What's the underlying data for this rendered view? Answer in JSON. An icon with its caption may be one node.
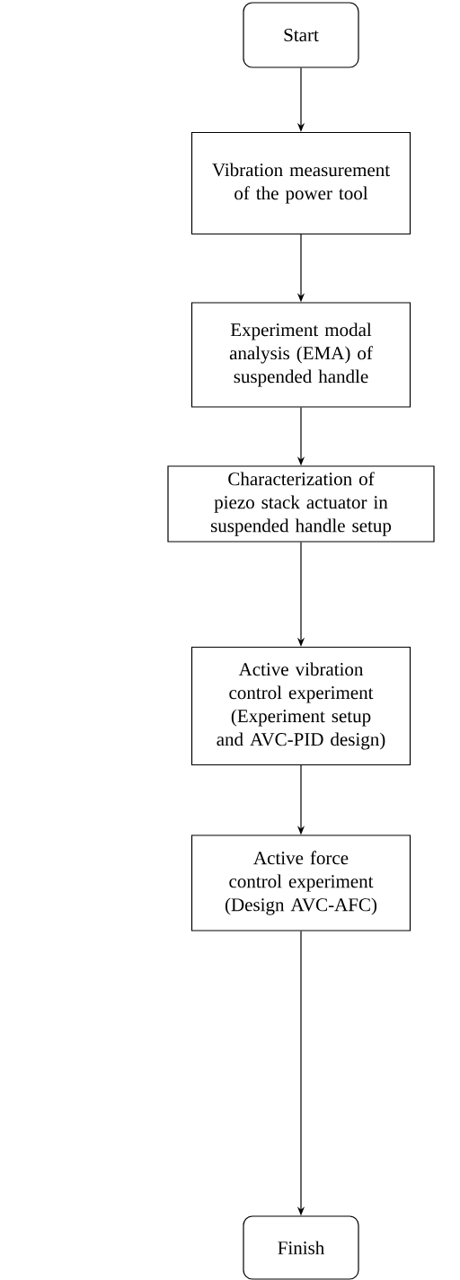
{
  "diagram": {
    "nodes": [
      {
        "text": [
          "Start"
        ]
      },
      {
        "text": [
          "Vibration measurement of the power tool"
        ]
      },
      {
        "text": [
          "Experiment modal analysis (EMA) of suspended handle"
        ]
      },
      {
        "text": [
          "Characterization of piezo stack actuator in suspended handle setup"
        ]
      },
      {
        "text": [
          "Active vibration control experiment (Experiment setup and AVC-PID design)"
        ]
      },
      {
        "text": [
          "Active force control experiment (Design AVC-AFC)"
        ]
      },
      {
        "text": [
          "Finish"
        ]
      }
    ],
    "edges": [
      {
        "from": 0,
        "to": 1,
        "arrow": "to"
      },
      {
        "from": 1,
        "to": 2,
        "arrow": "to"
      },
      {
        "from": 2,
        "to": 3,
        "arrow": "to"
      },
      {
        "from": 3,
        "to": 4,
        "arrow": "to"
      },
      {
        "from": 4,
        "to": 5,
        "arrow": "to"
      },
      {
        "from": 5,
        "to": 6,
        "arrow": "to"
      }
    ]
  }
}
